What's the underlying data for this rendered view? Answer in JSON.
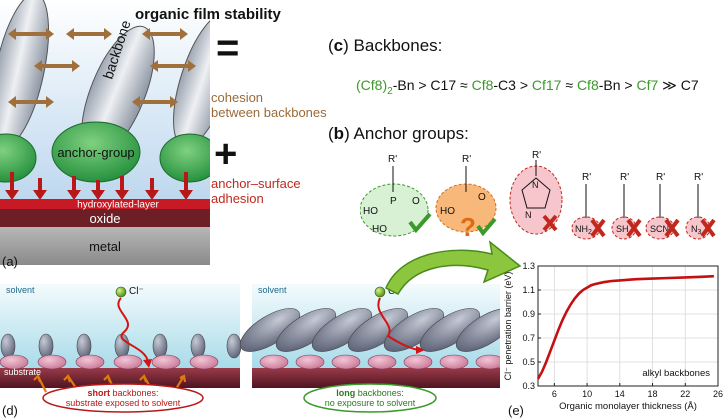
{
  "panel_a": {
    "label": "(a)",
    "title": "organic film stability",
    "backbone_label": "backbone",
    "anchor_label": "anchor-group",
    "layer_hydroxylated": "hydroxylated-layer",
    "layer_oxide": "oxide",
    "layer_metal": "metal",
    "equals_sign": "=",
    "plus_sign": "+",
    "cohesion_line1": "cohesion",
    "cohesion_line2": "between backbones",
    "adhesion_line1": "anchor–surface",
    "adhesion_line2": "adhesion"
  },
  "panel_c": {
    "label_open": "(",
    "label_letter": "c",
    "label_close": ")",
    "title": "Backbones:",
    "ranking": [
      {
        "text": "(Cf8)",
        "color": "green"
      },
      {
        "text": "2",
        "color": "green",
        "sub": true
      },
      {
        "text": "-Bn > C17 ≈ ",
        "color": "black"
      },
      {
        "text": "Cf8",
        "color": "green"
      },
      {
        "text": "-C3 > ",
        "color": "black"
      },
      {
        "text": "Cf17",
        "color": "green"
      },
      {
        "text": " ≈ ",
        "color": "black"
      },
      {
        "text": "Cf8",
        "color": "green"
      },
      {
        "text": "-Bn > ",
        "color": "black"
      },
      {
        "text": "Cf7",
        "color": "green"
      },
      {
        "text": " ≫ C7",
        "color": "black"
      }
    ]
  },
  "panel_b": {
    "label_open": "(",
    "label_letter": "b",
    "label_close": ")",
    "title": "Anchor groups:",
    "groups": [
      {
        "name": "phosphonic",
        "r": "R'",
        "center": "P",
        "atoms": [
          "HO",
          "O",
          "HO"
        ],
        "verdict": "check"
      },
      {
        "name": "carboxylic",
        "r": "R'",
        "center": "",
        "atoms": [
          "HO",
          "O"
        ],
        "verdict": "question"
      },
      {
        "name": "imidazole",
        "r": "R'",
        "center": "N",
        "atoms": [
          "N"
        ],
        "verdict": "cross"
      },
      {
        "name": "amine",
        "r": "R'",
        "center": "NH2",
        "atoms": [],
        "verdict": "cross"
      },
      {
        "name": "thiol",
        "r": "R'",
        "center": "SH",
        "atoms": [],
        "verdict": "cross"
      },
      {
        "name": "thiocyanate",
        "r": "R'",
        "center": "SCN",
        "atoms": [],
        "verdict": "cross"
      },
      {
        "name": "azide",
        "r": "R'",
        "center": "N3",
        "atoms": [],
        "verdict": "cross"
      }
    ],
    "question_mark": "?"
  },
  "panel_d": {
    "label": "(d)",
    "left": {
      "solvent": "solvent",
      "substrate": "substrate",
      "ion": "Cl⁻",
      "callout_bold": "short",
      "callout_rest": " backbones:",
      "callout_line2": "substrate exposed to solvent"
    },
    "right": {
      "solvent": "solvent",
      "ion": "Cl⁻",
      "callout_bold": "long",
      "callout_rest": " backbones:",
      "callout_line2": "no exposure to solvent"
    }
  },
  "panel_e": {
    "label": "(e)",
    "annotation": "alkyl backbones"
  },
  "colors": {
    "green": "#3a9a2a",
    "brown": "#9a6a3a",
    "red": "#c0281e",
    "anchor_green": "#2e9a44",
    "curve": "#c41010",
    "solvent_top": "#d9f0f6",
    "substrate": "#7a2a36"
  },
  "chart_data": {
    "type": "line",
    "xlabel": "Organic monolayer thickness (Å)",
    "ylabel": "Cl⁻ penetration barrier (eV)",
    "xlim": [
      4,
      26
    ],
    "ylim": [
      0.3,
      1.3
    ],
    "xticks": [
      6,
      10,
      14,
      18,
      22,
      26
    ],
    "yticks": [
      0.3,
      0.5,
      0.7,
      0.9,
      1.1,
      1.3
    ],
    "grid": true,
    "series": [
      {
        "x": [
          4.0,
          4.5,
          5.0,
          5.5,
          6.0,
          6.5,
          7.0,
          7.5,
          8.0,
          8.5,
          9.0,
          9.5,
          10.0,
          10.5,
          11.0,
          12.0,
          13.0,
          14.0,
          16.0,
          18.0,
          20.0,
          22.0,
          24.0,
          25.5
        ],
        "y": [
          0.36,
          0.42,
          0.5,
          0.59,
          0.68,
          0.77,
          0.85,
          0.92,
          0.98,
          1.03,
          1.07,
          1.1,
          1.12,
          1.14,
          1.15,
          1.165,
          1.175,
          1.18,
          1.19,
          1.195,
          1.2,
          1.205,
          1.21,
          1.215
        ]
      }
    ]
  }
}
